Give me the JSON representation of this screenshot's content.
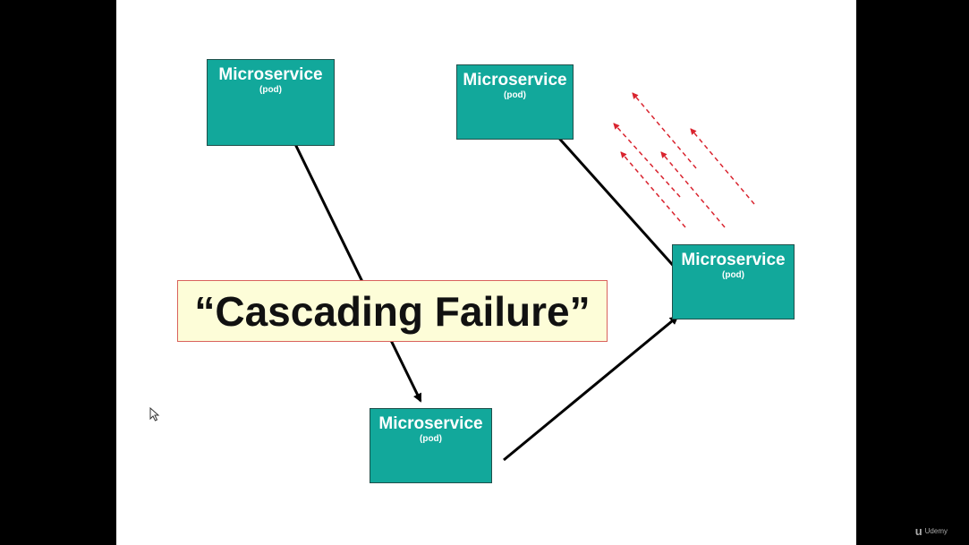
{
  "diagram": {
    "nodes": [
      {
        "id": "n1",
        "title": "Microservice",
        "subtitle": "(pod)"
      },
      {
        "id": "n2",
        "title": "Microservice",
        "subtitle": "(pod)"
      },
      {
        "id": "n3",
        "title": "Microservice",
        "subtitle": "(pod)"
      },
      {
        "id": "n4",
        "title": "Microservice",
        "subtitle": "(pod)"
      }
    ],
    "edges": [
      {
        "from": "n1",
        "to": "n4",
        "style": "solid",
        "color": "#000000"
      },
      {
        "from": "n4",
        "to": "n3",
        "style": "solid",
        "color": "#000000"
      },
      {
        "from": "n3",
        "to": "n2",
        "style": "solid",
        "color": "#000000"
      }
    ],
    "failure_signals": {
      "count": 5,
      "style": "dashed",
      "color": "#d9232e"
    },
    "banner": {
      "text": "“Cascading Failure”"
    },
    "colors": {
      "node_fill": "#12a89b",
      "banner_fill": "#fdfdd8",
      "banner_border": "#d9625c"
    }
  },
  "cursor": {
    "icon": "mouse-pointer-icon"
  },
  "watermark": {
    "logo": "u",
    "text": "Udemy"
  }
}
